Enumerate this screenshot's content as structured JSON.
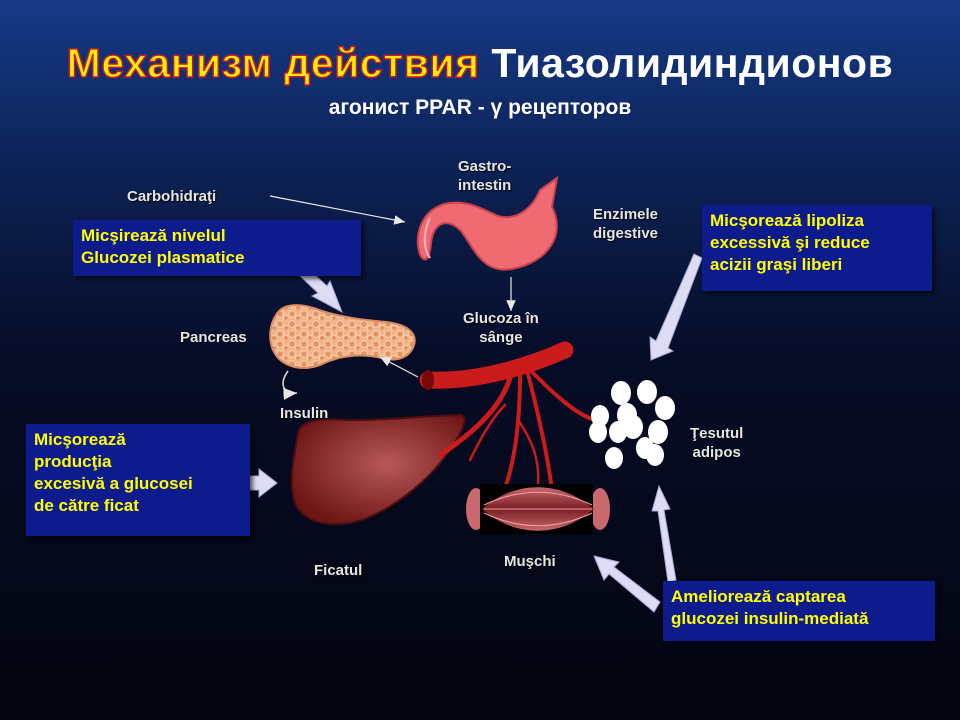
{
  "title": {
    "highlight": "Механизм действия",
    "rest": "Тиазолидиндионов"
  },
  "subtitle": "агонист  PPAR - γ рецепторов",
  "labels": {
    "carbohidrati": "Carbohidraţi",
    "gastro": [
      "Gastro-",
      "intestin"
    ],
    "enzimele": [
      "Enzimele",
      "digestive"
    ],
    "glucoza": [
      "Glucoza în",
      "sânge"
    ],
    "pancreas": "Pancreas",
    "insulin": "Insulin",
    "tesutul": [
      "Ţesutul",
      "adipos"
    ],
    "ficatul": "Ficatul",
    "muschi": "Muşchi"
  },
  "boxes": {
    "glucoza_plasmatica": [
      "Micşirează nivelul",
      "Glucozei plasmatice"
    ],
    "lipoliza": [
      "Micşorează lipoliza",
      "excessivă şi reduce",
      "acizii graşi liberi"
    ],
    "ficat": [
      "Micşorează",
      "producţia",
      "excesivă a  glucosei",
      "de către ficat"
    ],
    "captarea": [
      "Ameliorează captarea",
      "glucozei insulin-mediată"
    ]
  },
  "colors": {
    "accent": "#ffee00",
    "box_bg": "#0d1b8c",
    "box_text": "#ffff00",
    "vessel": "#cc1b1b"
  }
}
